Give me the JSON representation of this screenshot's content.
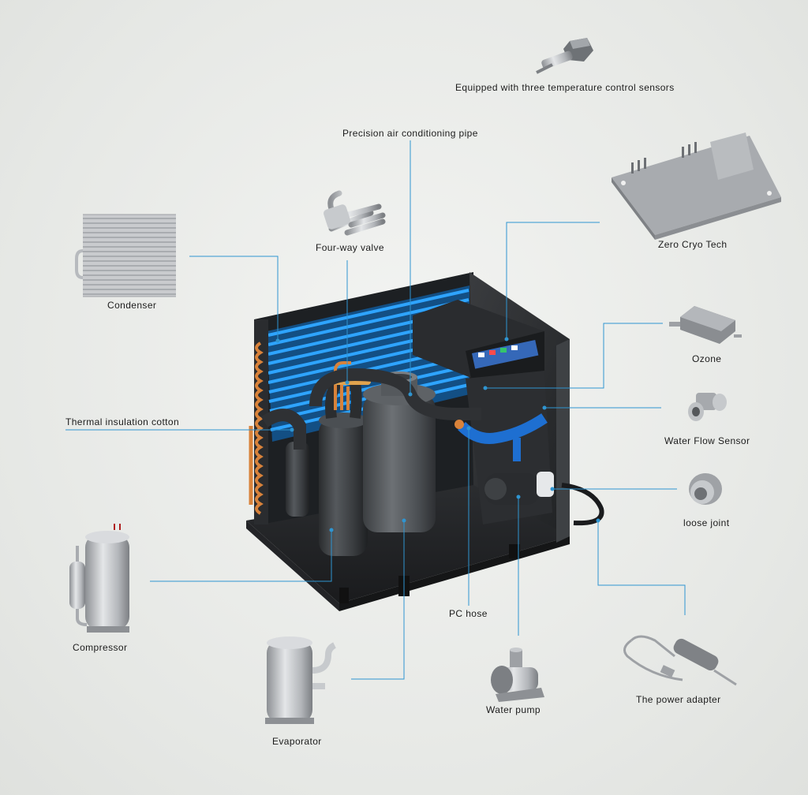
{
  "labels": {
    "sensors": "Equipped with three temperature control sensors",
    "pipe": "Precision air conditioning pipe",
    "valve": "Four-way valve",
    "board": "Zero Cryo Tech",
    "condenser": "Condenser",
    "ozone": "Ozone",
    "flow_sensor": "Water Flow Sensor",
    "insulation": "Thermal insulation cotton",
    "joint": "loose joint",
    "compressor": "Compressor",
    "pc_hose": "PC hose",
    "adapter": "The power adapter",
    "pump": "Water pump",
    "evaporator": "Evaporator"
  },
  "colors": {
    "leader": "#2f95d1",
    "coil_blue": "#1d8fe0",
    "copper": "#d8823a",
    "housing": "#2b2d2f"
  }
}
